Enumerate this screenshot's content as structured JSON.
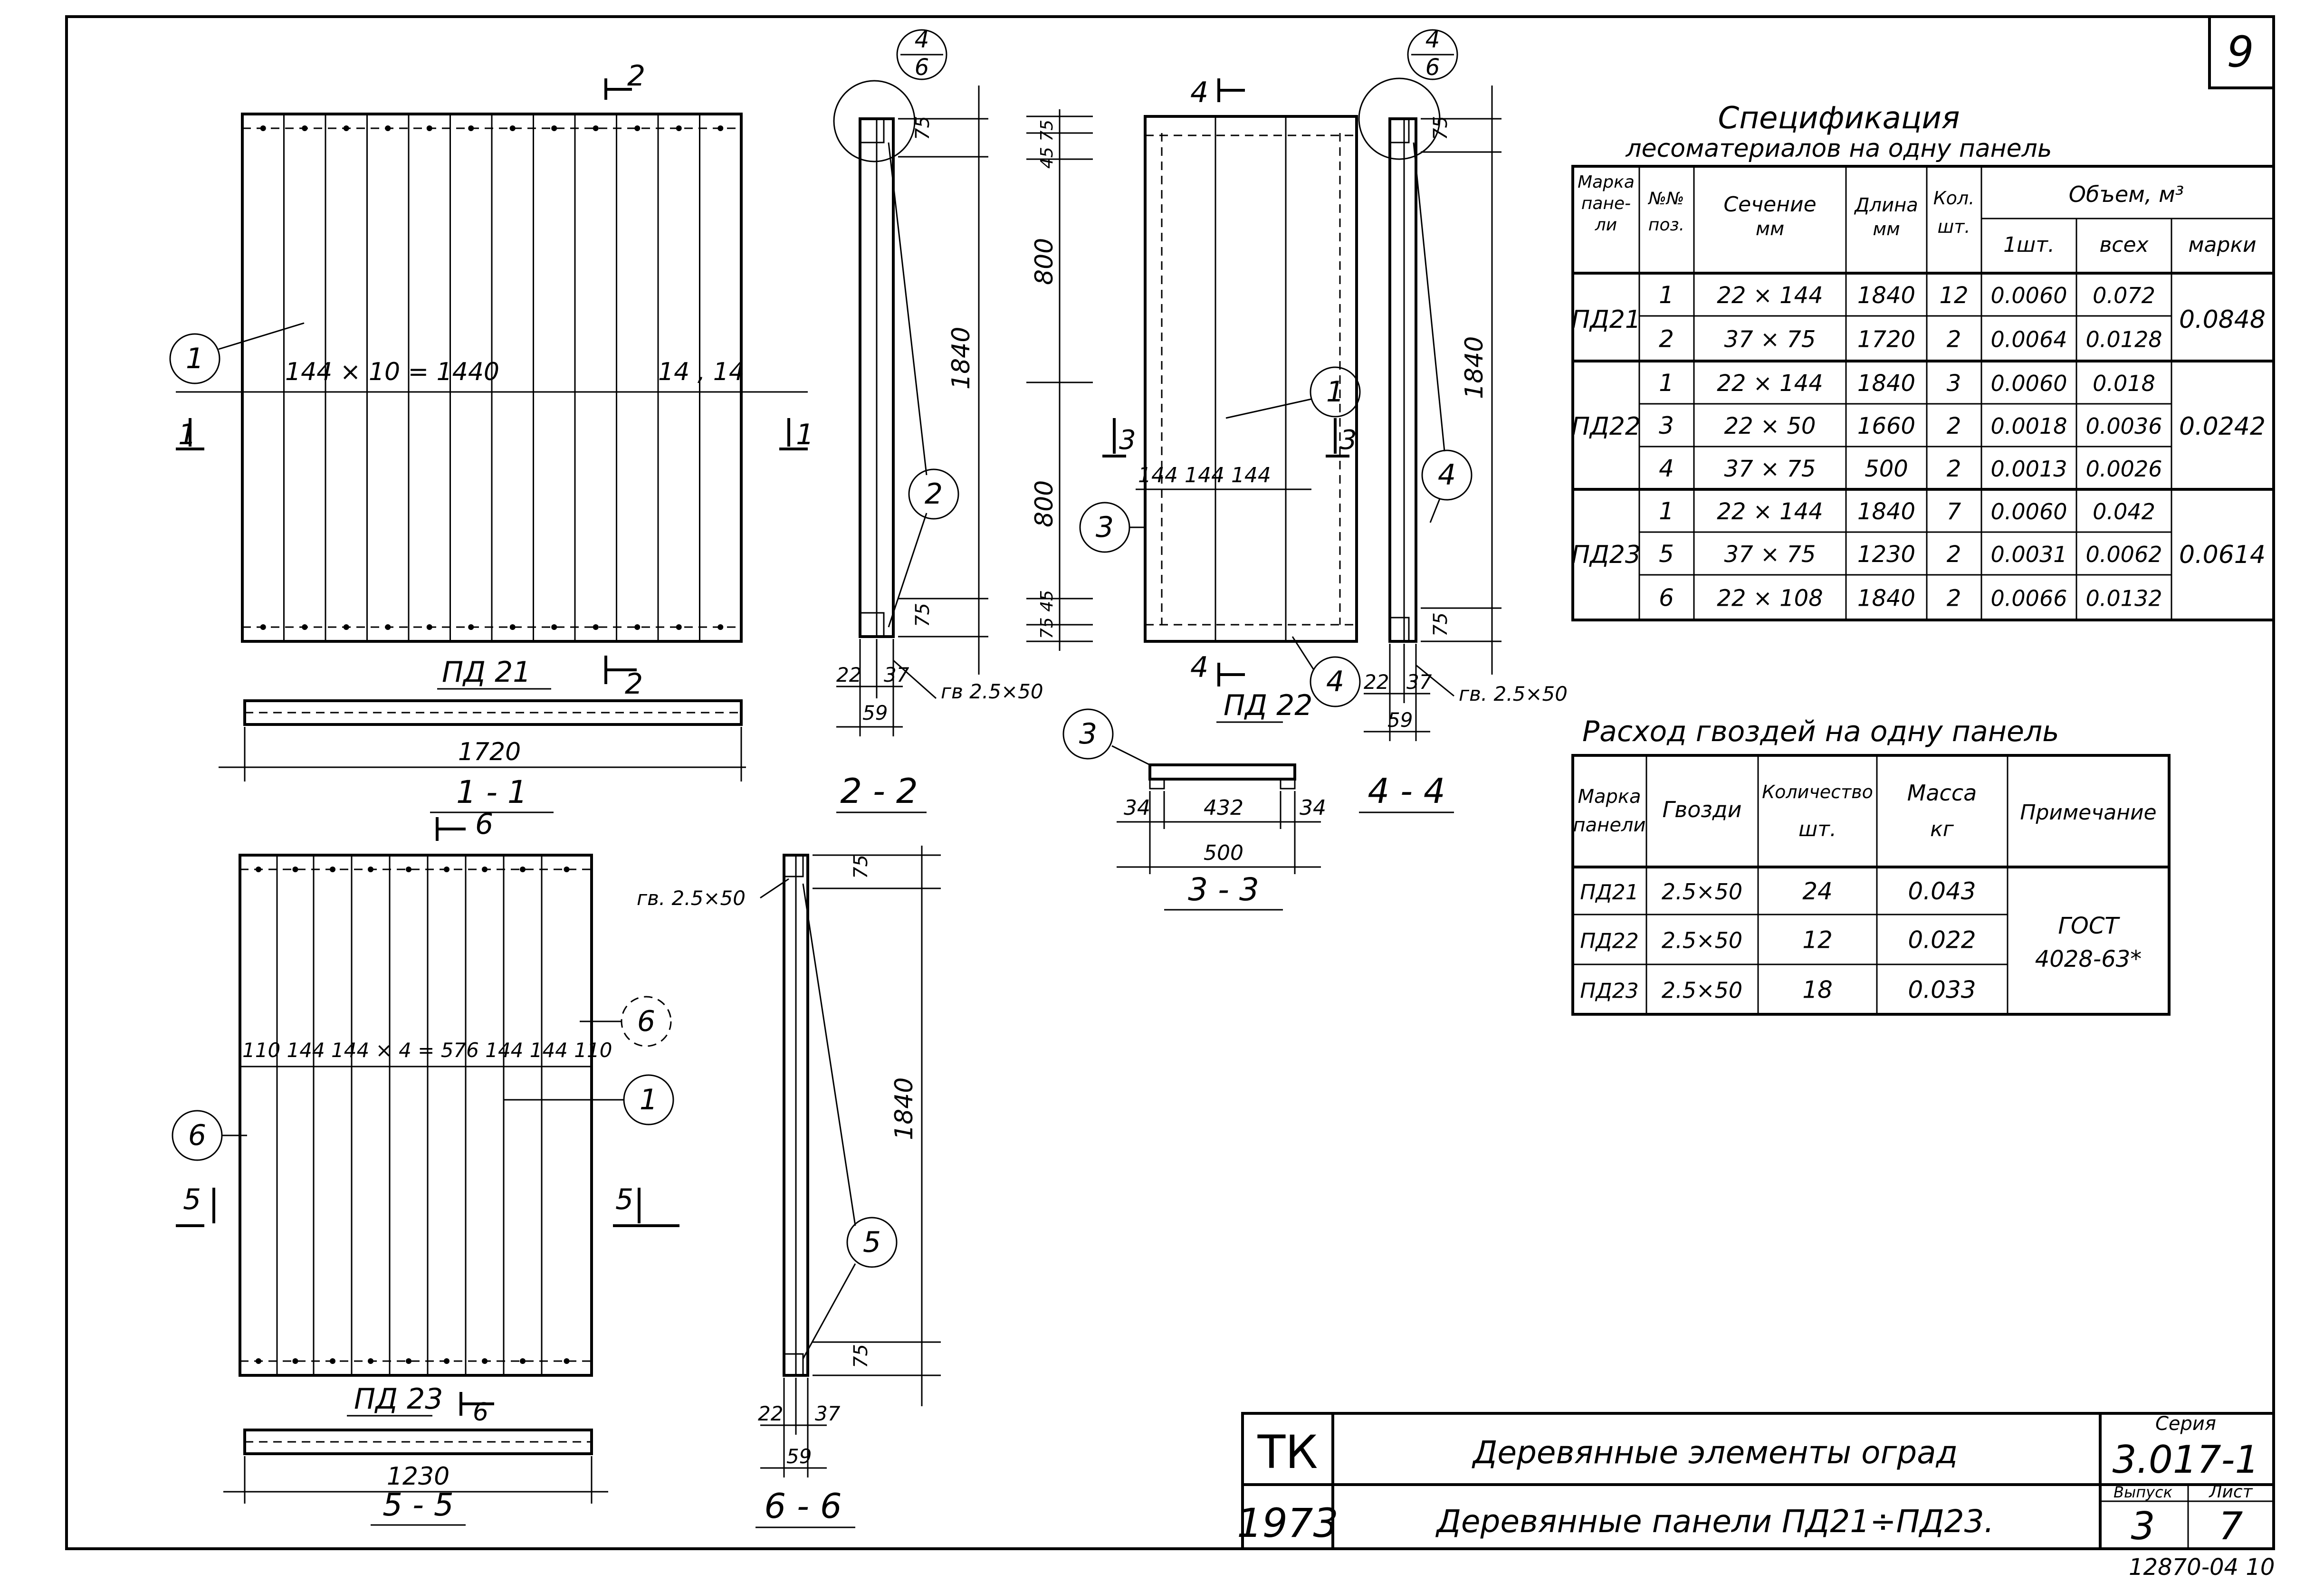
{
  "sheet_number": "9",
  "archive_number": "12870-04   10",
  "stamp": {
    "org": "ТК",
    "year": "1973",
    "title_1": "Деревянные элементы оград",
    "title_2": "Деревянные панели ПД21÷ПД23.",
    "series_label": "Серия",
    "series_value": "3.017-1",
    "issue_label": "Выпуск",
    "issue_value": "3",
    "sheet_label": "Лист",
    "sheet_value": "7"
  },
  "spec": {
    "title_1": "Спецификация",
    "title_2": "лесоматериалов на одну панель",
    "headers": {
      "mark": [
        "Марка",
        "пане-",
        "ли"
      ],
      "pos": [
        "№№",
        "поз."
      ],
      "section": [
        "Сечение",
        "мм"
      ],
      "length": [
        "Длина",
        "мм"
      ],
      "qty": [
        "Кол.",
        "шт."
      ],
      "volume": "Объем, м³",
      "one": "1шт.",
      "all": "всех",
      "brand": "марки"
    },
    "rows": [
      {
        "mark": "ПД21",
        "pos": "1",
        "section": "22 × 144",
        "length": "1840",
        "qty": "12",
        "one": "0.0060",
        "all": "0.072",
        "total": "0.0848"
      },
      {
        "mark": "",
        "pos": "2",
        "section": "37 × 75",
        "length": "1720",
        "qty": "2",
        "one": "0.0064",
        "all": "0.0128",
        "total": ""
      },
      {
        "mark": "ПД22",
        "pos": "1",
        "section": "22 × 144",
        "length": "1840",
        "qty": "3",
        "one": "0.0060",
        "all": "0.018",
        "total": "0.0242"
      },
      {
        "mark": "",
        "pos": "3",
        "section": "22 × 50",
        "length": "1660",
        "qty": "2",
        "one": "0.0018",
        "all": "0.0036",
        "total": ""
      },
      {
        "mark": "",
        "pos": "4",
        "section": "37 × 75",
        "length": "500",
        "qty": "2",
        "one": "0.0013",
        "all": "0.0026",
        "total": ""
      },
      {
        "mark": "ПД23",
        "pos": "1",
        "section": "22 × 144",
        "length": "1840",
        "qty": "7",
        "one": "0.0060",
        "all": "0.042",
        "total": "0.0614"
      },
      {
        "mark": "",
        "pos": "5",
        "section": "37 × 75",
        "length": "1230",
        "qty": "2",
        "one": "0.0031",
        "all": "0.0062",
        "total": ""
      },
      {
        "mark": "",
        "pos": "6",
        "section": "22 × 108",
        "length": "1840",
        "qty": "2",
        "one": "0.0066",
        "all": "0.0132",
        "total": ""
      }
    ]
  },
  "nails": {
    "title": "Расход гвоздей на одну панель",
    "headers": {
      "mark": [
        "Марка",
        "панели"
      ],
      "nails": "Гвозди",
      "qty": [
        "Количество",
        "шт."
      ],
      "mass": [
        "Масса",
        "кг"
      ],
      "note": "Примечание"
    },
    "rows": [
      {
        "mark": "ПД21",
        "nails": "2.5×50",
        "qty": "24",
        "mass": "0.043"
      },
      {
        "mark": "ПД22",
        "nails": "2.5×50",
        "qty": "12",
        "mass": "0.022"
      },
      {
        "mark": "ПД23",
        "nails": "2.5×50",
        "qty": "18",
        "mass": "0.033"
      }
    ],
    "note_1": "ГОСТ",
    "note_2": "4028-63*"
  },
  "drawings": {
    "pd21": {
      "label": "ПД 21",
      "dim_boards": "144 × 10 = 1440",
      "dim_right": "14 , 14",
      "section_cut": "1",
      "section_top": "2",
      "callout": "1",
      "sec_1_1": "1 - 1",
      "sec_1_1_len": "1720"
    },
    "sec_2_2": {
      "label": "2 - 2",
      "ref_num": "4",
      "ref_den": "6",
      "d75_top": "75",
      "d75_bot": "75",
      "d1840": "1840",
      "d22": "22",
      "d37": "37",
      "d59": "59",
      "nail": "гв 2.5×50",
      "callout": "2"
    },
    "pd22": {
      "label": "ПД 22",
      "cut_4": "4",
      "cut_3": "3",
      "d800a": "800",
      "d800b": "800",
      "d4575_top": "45 75",
      "d7545_bot": "75 45",
      "d144": "144 144 144",
      "callout_1": "1",
      "callout_3": "3",
      "callout_4": "4"
    },
    "sec_3_3": {
      "label": "3 - 3",
      "callout": "3",
      "d34a": "34",
      "d432": "432",
      "d34b": "34",
      "d500": "500"
    },
    "sec_4_4": {
      "label": "4 - 4",
      "ref_num": "4",
      "ref_den": "6",
      "d75_top": "75",
      "d75_bot": "75",
      "d1840": "1840",
      "d22": "22",
      "d37": "37",
      "d59": "59",
      "nail": "гв. 2.5×50",
      "callout": "4"
    },
    "pd23": {
      "label": "ПД 23",
      "dims": "110 144   144 × 4 = 576   144 144 110",
      "section_cut": "5",
      "section_top": "6",
      "callout_6": "6",
      "callout_1": "1",
      "callout_6b": "6",
      "sec_5_5": "5 - 5",
      "sec_5_5_len": "1230"
    },
    "sec_6_6": {
      "label": "6 - 6",
      "nail": "гв. 2.5×50",
      "d75_top": "75",
      "d75_bot": "75",
      "d1840": "1840",
      "d22": "22",
      "d37": "37",
      "d59": "59",
      "callout": "5"
    }
  }
}
